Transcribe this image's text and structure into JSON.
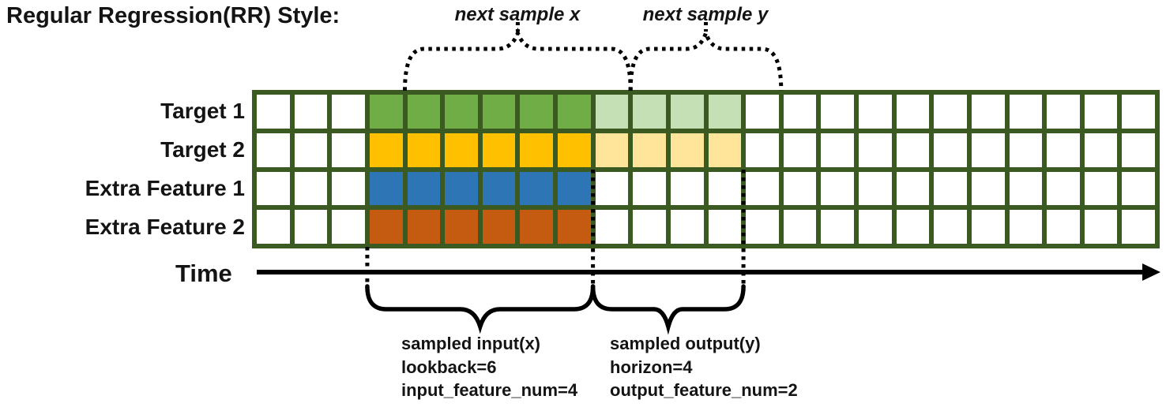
{
  "title": "Regular Regression(RR) Style:",
  "rows": [
    {
      "label": "Target 1",
      "input_color": "#70AD47",
      "output_color": "#C5E0B4"
    },
    {
      "label": "Target 2",
      "input_color": "#FFC000",
      "output_color": "#FFE599"
    },
    {
      "label": "Extra Feature 1",
      "input_color": "#2E75B6",
      "output_color": null
    },
    {
      "label": "Extra Feature 2",
      "input_color": "#C55A11",
      "output_color": null
    }
  ],
  "grid": {
    "columns": 24,
    "lead_empty_cols": 3,
    "lookback": 6,
    "horizon": 4,
    "border_color": "#3A5A22",
    "empty_cell_color": "#FFFFFF"
  },
  "annotations": {
    "next_sample_x": "next sample x",
    "next_sample_y": "next sample y",
    "time_label": "Time",
    "sampled_input_lines": [
      "sampled input(x)",
      "lookback=6",
      "input_feature_num=4"
    ],
    "sampled_output_lines": [
      "sampled output(y)",
      "horizon=4",
      "output_feature_num=2"
    ]
  }
}
